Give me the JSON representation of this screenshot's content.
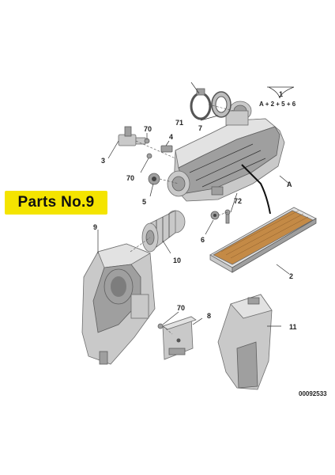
{
  "badge": {
    "text": "Parts  No.9"
  },
  "assembly": {
    "number": "1",
    "formula": "A + 2 + 5 + 6"
  },
  "callouts": {
    "c70_top": "70",
    "c71": "71",
    "c7": "7",
    "c4": "4",
    "c3": "3",
    "c70_mid": "70",
    "cA": "A",
    "c5": "5",
    "c72": "72",
    "c6": "6",
    "c9": "9",
    "c10": "10",
    "c2": "2",
    "c70_low": "70",
    "c8": "8",
    "c11": "11"
  },
  "reference_number": "00092533",
  "colors": {
    "badge": "#f4e400",
    "part_fill": "#c9c9c9",
    "stroke": "#6e6e6e"
  }
}
